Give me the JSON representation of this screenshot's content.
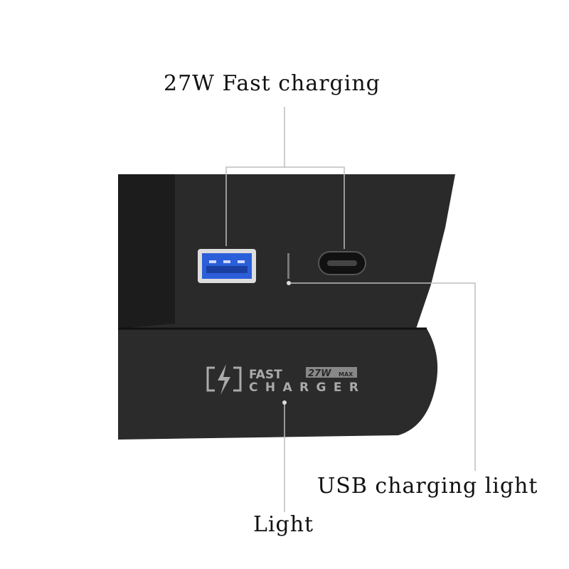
{
  "labels": {
    "fast_charging": "27W Fast charging",
    "usb_light": "USB charging light",
    "light": "Light"
  },
  "device_logo": {
    "line1": "FAST",
    "badge": "27W",
    "badge_sub": "MAX",
    "line2": "CHARGER",
    "icon": "battery-bolt-icon"
  },
  "colors": {
    "body": "#262626",
    "usb_port_blue": "#2b5fd9",
    "callout_line": "#bdbdbd"
  }
}
